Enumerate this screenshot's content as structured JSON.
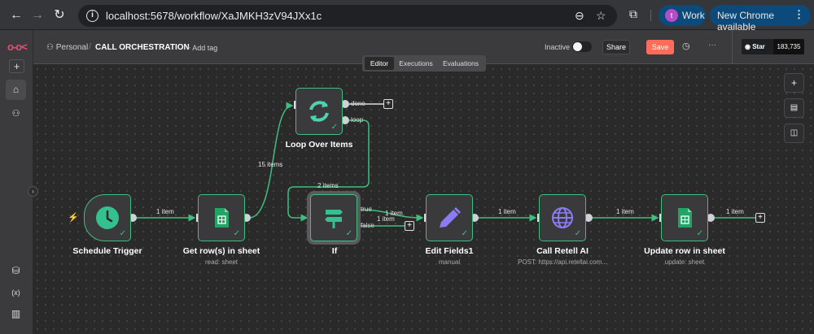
{
  "browser": {
    "url": "localhost:5678/workflow/XaJMKH3zV94JXx1c",
    "profile_initial": "t",
    "profile_label": "Work",
    "update_label": "New Chrome available"
  },
  "sidebar": {
    "items": [
      {
        "name": "home",
        "icon": "⌂"
      },
      {
        "name": "personal",
        "icon": "👤"
      }
    ],
    "bottom_items": [
      {
        "name": "templates",
        "icon": "⛁"
      },
      {
        "name": "variables",
        "icon": "(x)"
      },
      {
        "name": "insights",
        "icon": "▥"
      }
    ]
  },
  "header": {
    "project": "Personal",
    "workflow_name": "CALL ORCHESTRATION",
    "add_tag": "+ Add tag",
    "active_label": "Inactive",
    "active": false,
    "share": "Share",
    "save": "Save",
    "github_star": "Star",
    "github_count": "183,735"
  },
  "tabs": [
    {
      "label": "Editor",
      "active": true
    },
    {
      "label": "Executions",
      "active": false
    },
    {
      "label": "Evaluations",
      "active": false
    }
  ],
  "nodes": [
    {
      "id": "schedule",
      "label": "Schedule Trigger",
      "sub": "",
      "icon": "clock-icon"
    },
    {
      "id": "getrows",
      "label": "Get row(s) in sheet",
      "sub": "read: sheet",
      "icon": "sheets-icon"
    },
    {
      "id": "loop",
      "label": "Loop Over Items",
      "sub": "",
      "icon": "loop-icon",
      "outputs": [
        "done",
        "loop"
      ]
    },
    {
      "id": "if",
      "label": "If",
      "sub": "",
      "icon": "signpost-icon",
      "outputs": [
        "true",
        "false"
      ]
    },
    {
      "id": "edit",
      "label": "Edit Fields1",
      "sub": "manual",
      "icon": "pencil-icon"
    },
    {
      "id": "retell",
      "label": "Call Retell AI",
      "sub": "POST: https://api.retellai.com...",
      "icon": "globe-icon"
    },
    {
      "id": "update",
      "label": "Update row in sheet",
      "sub": "update: sheet",
      "icon": "sheets-icon"
    }
  ],
  "edges": [
    {
      "from": "schedule",
      "to": "getrows",
      "label": "1 item"
    },
    {
      "from": "getrows",
      "to": "loop",
      "label": "15 items"
    },
    {
      "from": "loop.loop",
      "to": "if",
      "label": "2 items"
    },
    {
      "from": "if.true",
      "to": "edit",
      "label": "1 item"
    },
    {
      "from": "if.false",
      "to": "plus",
      "label": "1 item"
    },
    {
      "from": "edit",
      "to": "retell",
      "label": "1 item"
    },
    {
      "from": "retell",
      "to": "update",
      "label": "1 item"
    },
    {
      "from": "update",
      "to": "plus",
      "label": "1 item"
    }
  ],
  "colors": {
    "success": "#3fbf7f",
    "save": "#ff6d5a",
    "brand": "#ea4b71",
    "edit_icon": "#8b7cf6",
    "loop_icon": "#4fd1b0"
  }
}
